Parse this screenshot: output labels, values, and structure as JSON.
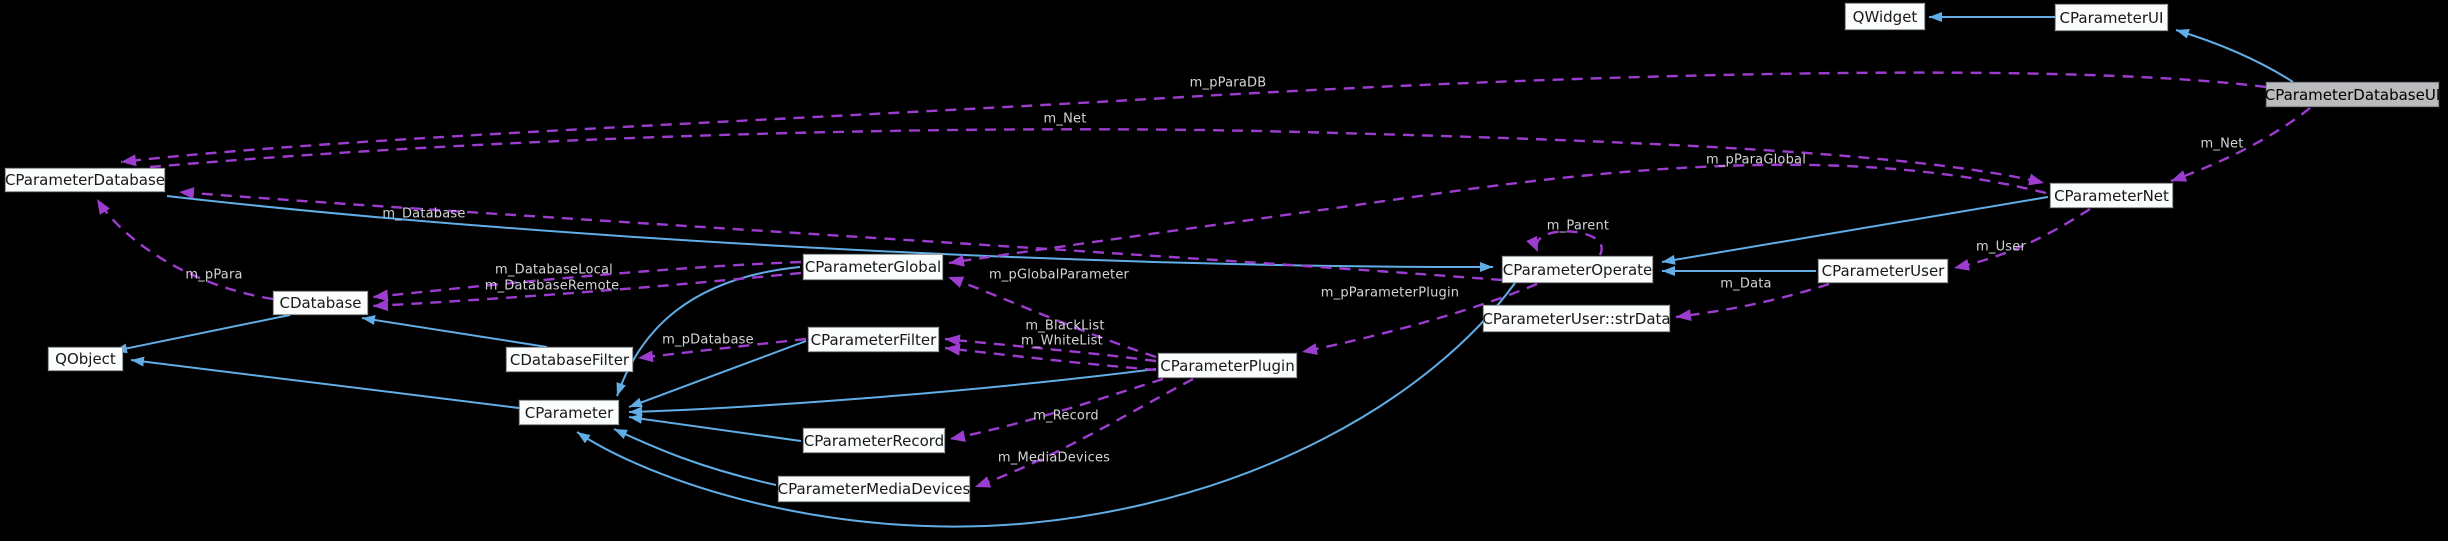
{
  "diagram": {
    "type": "collaboration-graph",
    "highlighted_node": "CParameterDatabaseUI",
    "colors": {
      "background": "#000000",
      "inheritance_edge": "#61aee7",
      "usage_edge": "#9d3dcf",
      "node_fill": "#fbfcfc",
      "node_border": "#9aa0a4",
      "highlight_node_fill": "#b9bbbd",
      "node_text": "#17181a",
      "edge_label_text": "#d2d4d6"
    },
    "nodes": [
      {
        "label": "QWidget"
      },
      {
        "label": "CParameterUI"
      },
      {
        "label": "CParameterDatabaseUI"
      },
      {
        "label": "CParameterDatabase"
      },
      {
        "label": "CParameterNet"
      },
      {
        "label": "CParameterGlobal"
      },
      {
        "label": "CParameterOperate"
      },
      {
        "label": "CParameterUser"
      },
      {
        "label": "CDatabase"
      },
      {
        "label": "CParameterUser::strData"
      },
      {
        "label": "CParameterFilter"
      },
      {
        "label": "QObject"
      },
      {
        "label": "CDatabaseFilter"
      },
      {
        "label": "CParameterPlugin"
      },
      {
        "label": "CParameter"
      },
      {
        "label": "CParameterRecord"
      },
      {
        "label": "CParameterMediaDevices"
      }
    ],
    "edges": [
      {
        "from": "CParameterUI",
        "to": "QWidget",
        "kind": "inheritance"
      },
      {
        "from": "CParameterDatabaseUI",
        "to": "CParameterUI",
        "kind": "inheritance"
      },
      {
        "from": "CDatabase",
        "to": "QObject",
        "kind": "inheritance"
      },
      {
        "from": "CParameter",
        "to": "QObject",
        "kind": "inheritance"
      },
      {
        "from": "CDatabaseFilter",
        "to": "CDatabase",
        "kind": "inheritance"
      },
      {
        "from": "CParameterDatabase",
        "to": "CParameterOperate",
        "kind": "inheritance"
      },
      {
        "from": "CParameterOperate",
        "to": "CParameter",
        "kind": "inheritance"
      },
      {
        "from": "CParameterGlobal",
        "to": "CParameter",
        "kind": "inheritance"
      },
      {
        "from": "CParameterFilter",
        "to": "CParameter",
        "kind": "inheritance"
      },
      {
        "from": "CParameterRecord",
        "to": "CParameter",
        "kind": "inheritance"
      },
      {
        "from": "CParameterMediaDevices",
        "to": "CParameter",
        "kind": "inheritance"
      },
      {
        "from": "CParameterPlugin",
        "to": "CParameter",
        "kind": "inheritance"
      },
      {
        "from": "CParameterNet",
        "to": "CParameterOperate",
        "kind": "inheritance"
      },
      {
        "from": "CParameterUser",
        "to": "CParameterOperate",
        "kind": "inheritance"
      },
      {
        "from": "CParameterDatabaseUI",
        "to": "CParameterDatabase",
        "kind": "usage",
        "label": "m_pParaDB"
      },
      {
        "from": "CParameterDatabase",
        "to": "CParameterNet",
        "kind": "usage",
        "label": "m_Net"
      },
      {
        "from": "CParameterDatabaseUI",
        "to": "CParameterNet",
        "kind": "usage",
        "label": "m_Net"
      },
      {
        "from": "CParameterNet",
        "to": "CParameterGlobal",
        "kind": "usage",
        "label": "m_pParaGlobal"
      },
      {
        "from": "CParameterOperate",
        "to": "CParameterOperate",
        "kind": "usage",
        "label": "m_Parent"
      },
      {
        "from": "CParameterUser",
        "to": "CParameterUser::strData",
        "kind": "usage",
        "label": "m_Data"
      },
      {
        "from": "CParameterNet",
        "to": "CParameterUser",
        "kind": "usage",
        "label": "m_User"
      },
      {
        "from": "CParameterOperate",
        "to": "CParameterPlugin",
        "kind": "usage",
        "label": "m_pParameterPlugin"
      },
      {
        "from": "CParameterPlugin",
        "to": "CParameterGlobal",
        "kind": "usage",
        "label": "m_pGlobalParameter"
      },
      {
        "from": "CParameterPlugin",
        "to": "CParameterFilter",
        "kind": "usage",
        "label": "m_BlackList"
      },
      {
        "from": "CParameterPlugin",
        "to": "CParameterFilter",
        "kind": "usage",
        "label": "m_WhiteList"
      },
      {
        "from": "CParameterPlugin",
        "to": "CParameterRecord",
        "kind": "usage",
        "label": "m_Record"
      },
      {
        "from": "CParameterPlugin",
        "to": "CParameterMediaDevices",
        "kind": "usage",
        "label": "m_MediaDevices"
      },
      {
        "from": "CParameterFilter",
        "to": "CDatabaseFilter",
        "kind": "usage",
        "label": "m_pDatabase"
      },
      {
        "from": "CParameterGlobal",
        "to": "CDatabase",
        "kind": "usage",
        "label": "m_DatabaseLocal"
      },
      {
        "from": "CParameterGlobal",
        "to": "CDatabase",
        "kind": "usage",
        "label": "m_DatabaseRemote"
      },
      {
        "from": "CDatabase",
        "to": "CParameterDatabase",
        "kind": "usage",
        "label": "m_pPara"
      },
      {
        "from": "CParameterOperate",
        "to": "CParameterDatabase",
        "kind": "usage",
        "label": "m_Database"
      }
    ]
  }
}
